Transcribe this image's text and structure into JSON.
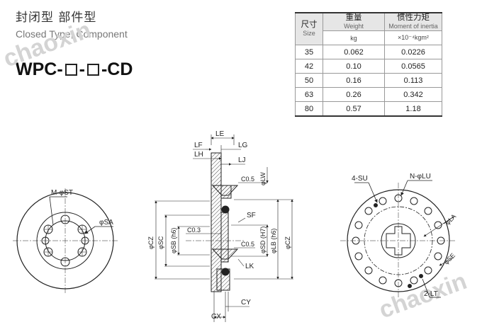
{
  "title_cn": "封闭型 部件型",
  "title_en": "Closed Type, Component",
  "model": {
    "prefix": "WPC-",
    "sep": "-",
    "suffix": "-CD"
  },
  "table": {
    "header": {
      "size_cn": "尺寸",
      "size_en": "Size",
      "weight_cn": "重量",
      "weight_en": "Weight",
      "weight_unit": "kg",
      "moment_cn": "惯性力矩",
      "moment_en": "Moment of inertia",
      "moment_unit": "×10⁻⁴kgm²"
    },
    "rows": [
      {
        "size": "35",
        "weight": "0.062",
        "moment": "0.0226"
      },
      {
        "size": "42",
        "weight": "0.10",
        "moment": "0.0565"
      },
      {
        "size": "50",
        "weight": "0.16",
        "moment": "0.113"
      },
      {
        "size": "63",
        "weight": "0.26",
        "moment": "0.342"
      },
      {
        "size": "80",
        "weight": "0.57",
        "moment": "1.18"
      }
    ]
  },
  "labels": {
    "le": "LE",
    "lf": "LF",
    "lg": "LG",
    "lh": "LH",
    "lj": "LJ",
    "c05a": "C0.5",
    "c05b": "C0.5",
    "c03": "C0.3",
    "sf": "SF",
    "lk": "LK",
    "cx": "CX",
    "cy": "CY",
    "cz": "φCZ",
    "sc": "φSC",
    "sb": "φSB (h6)",
    "sd": "φSD (H7)",
    "lb": "φLB (h6)",
    "cz2": "φCZ",
    "lw": "φLW",
    "mst": "M-φST",
    "sa": "φSA",
    "su": "4-SU",
    "nlu": "N-φLU",
    "la": "φLA",
    "se": "φSE",
    "lt": "2-LT"
  },
  "watermark": "chaoxin"
}
